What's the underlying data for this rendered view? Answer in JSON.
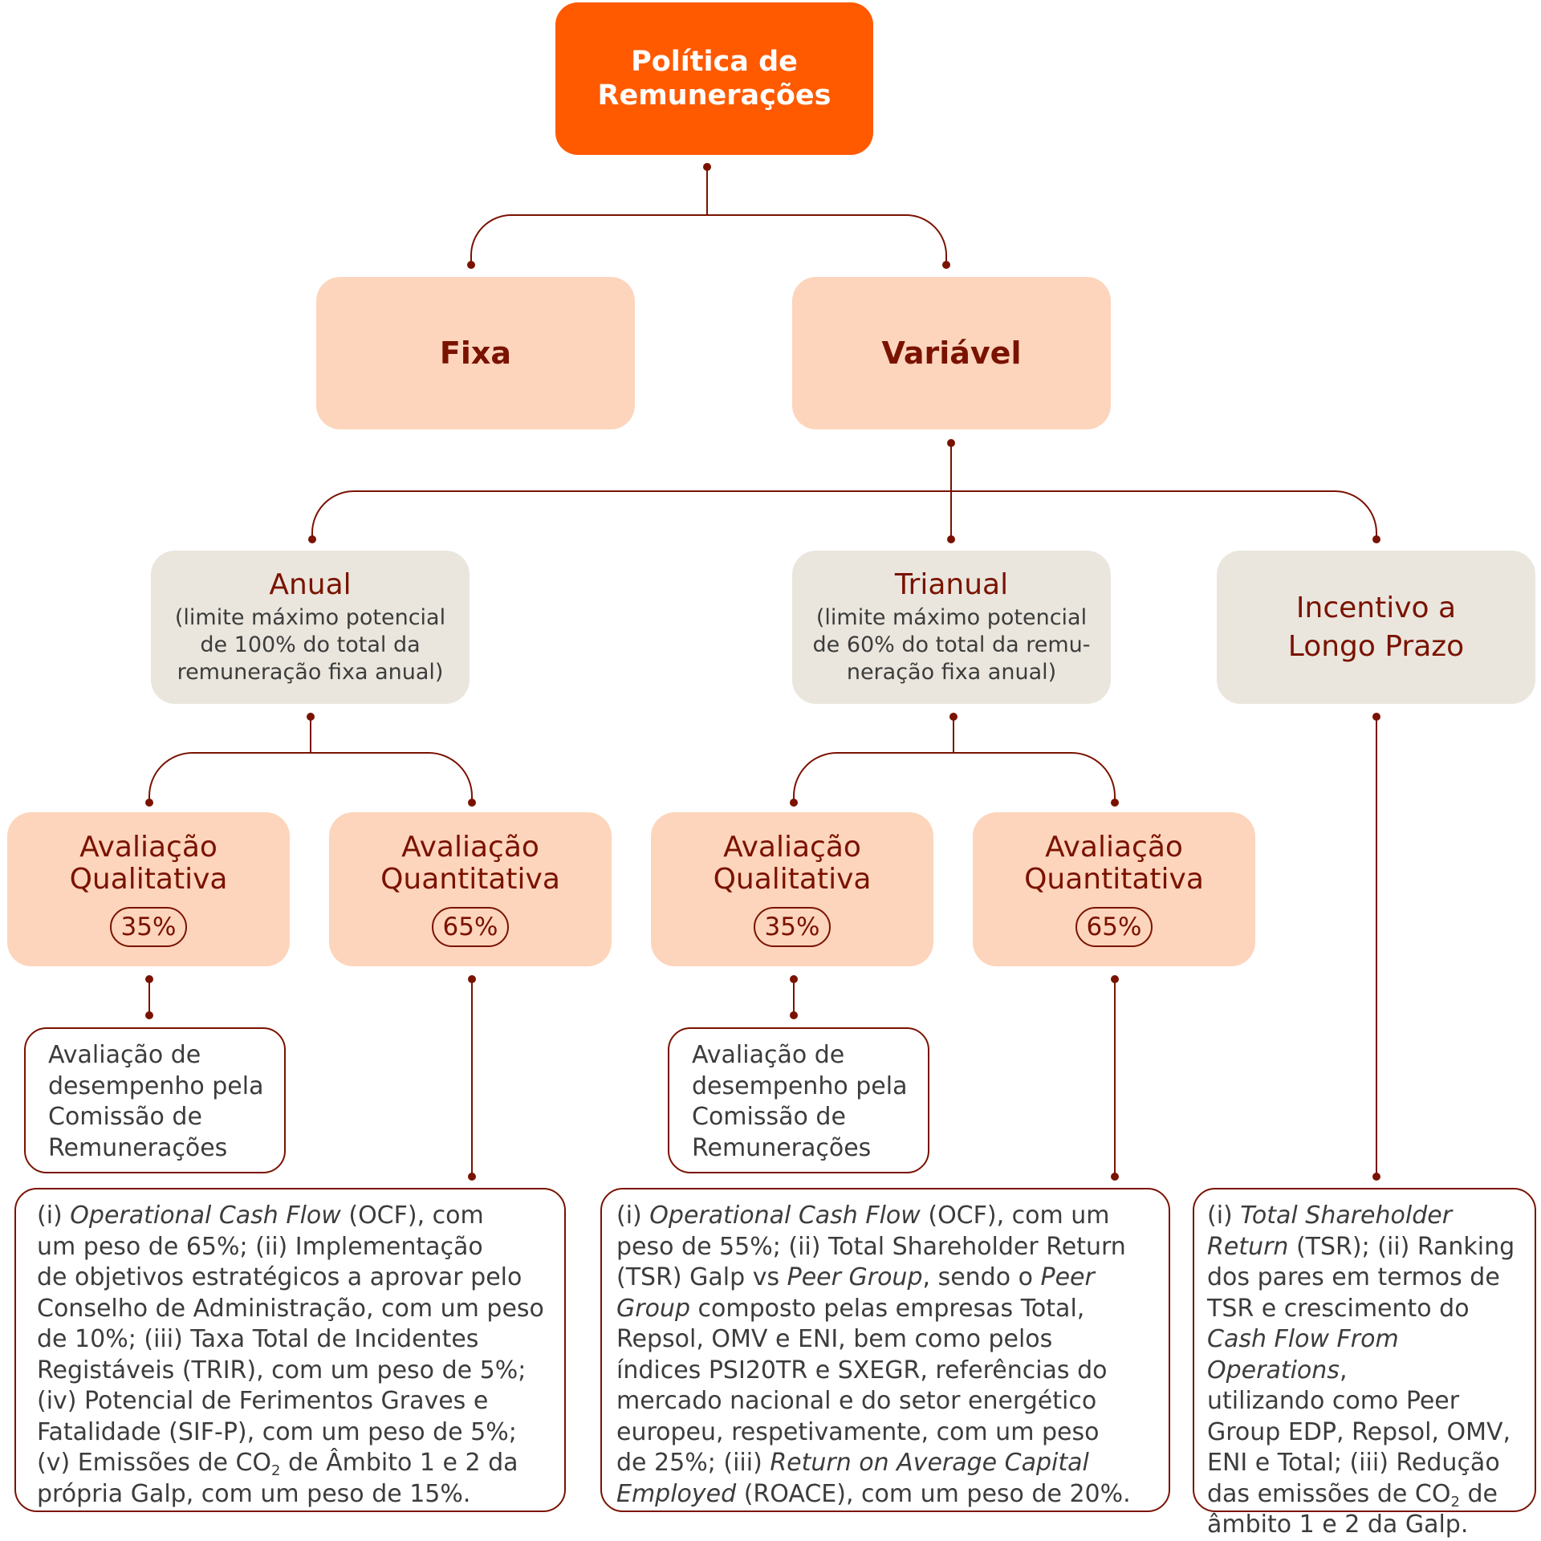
{
  "root": {
    "line1": "Política de",
    "line2": "Remunerações"
  },
  "level1": {
    "fixa": "Fixa",
    "variavel": "Variável"
  },
  "level2": {
    "anual": {
      "title": "Anual",
      "sub1": "(limite máximo potencial",
      "sub2": "de 100% do total da",
      "sub3": "remuneração fixa anual)"
    },
    "trianual": {
      "title": "Trianual",
      "sub1": "(limite máximo potencial",
      "sub2": "de 60% do total da remu-",
      "sub3": "neração fixa anual)"
    },
    "incentivo": {
      "line1": "Incentivo a",
      "line2": "Longo Prazo"
    }
  },
  "level3": [
    {
      "line1": "Avaliação",
      "line2": "Qualitativa",
      "pct": "35%"
    },
    {
      "line1": "Avaliação",
      "line2": "Quantitativa",
      "pct": "65%"
    },
    {
      "line1": "Avaliação",
      "line2": "Qualitativa",
      "pct": "35%"
    },
    {
      "line1": "Avaliação",
      "line2": "Quantitativa",
      "pct": "65%"
    }
  ],
  "qualitative_box": {
    "l1": "Avaliação de",
    "l2": "desempenho pela",
    "l3": "Comissão de",
    "l4": "Remunerações"
  },
  "anual_quant": {
    "l1a": "(i) ",
    "l1b": "Operational Cash Flow",
    "l1c": " (OCF), com",
    "l2": "um peso de 65%; (ii) Implementação",
    "l3": "de objetivos estratégicos a aprovar pelo",
    "l4": "Conselho de Administração, com um peso",
    "l5": "de 10%; (iii) Taxa Total de Incidentes",
    "l6": "Registáveis (TRIR), com um peso de 5%;",
    "l7": "(iv) Potencial de Ferimentos Graves e",
    "l8": "Fatalidade (SIF-P), com um peso de 5%;",
    "l9a": "(v) Emissões de CO",
    "l9sub": "2",
    "l9b": " de Âmbito 1 e 2 da",
    "l10": "própria Galp, com um peso de 15%."
  },
  "trianual_quant": {
    "l1a": "(i) ",
    "l1b": "Operational Cash Flow",
    "l1c": " (OCF), com um",
    "l2": "peso de 55%; (ii) Total Shareholder Return",
    "l3a": "(TSR) Galp vs ",
    "l3b": "Peer Group",
    "l3c": ", sendo o ",
    "l3d": "Peer",
    "l4a": "Group",
    "l4b": " composto pelas empresas Total,",
    "l5": "Repsol, OMV e ENI, bem como pelos",
    "l6": "índices PSI20TR e SXEGR, referências do",
    "l7": "mercado nacional e do setor energético",
    "l8": "europeu, respetivamente, com um peso",
    "l9a": "de 25%; (iii) ",
    "l9b": "Return on Average Capital",
    "l10a": "Employed",
    "l10b": " (ROACE), com um peso de 20%."
  },
  "incentivo_box": {
    "l1a": "(i) ",
    "l1b": "Total Shareholder",
    "l2a": "Return",
    "l2b": " (TSR); (ii) Ranking",
    "l3": "dos pares em termos de",
    "l4": "TSR e crescimento do",
    "l5a": "Cash Flow From Operations",
    "l5b": ",",
    "l6": "utilizando como Peer",
    "l7": "Group EDP, Repsol, OMV,",
    "l8": "ENI e Total; (iii) Redução",
    "l9a": "das emissões de CO",
    "l9sub": "2",
    "l9b": " de",
    "l10": "âmbito 1 e 2 da Galp."
  },
  "colors": {
    "root": "#ff5a00",
    "level1": "#fdd5bc",
    "level2": "#eae6dd",
    "accent": "#7a1200",
    "text": "#3c3c3c"
  }
}
